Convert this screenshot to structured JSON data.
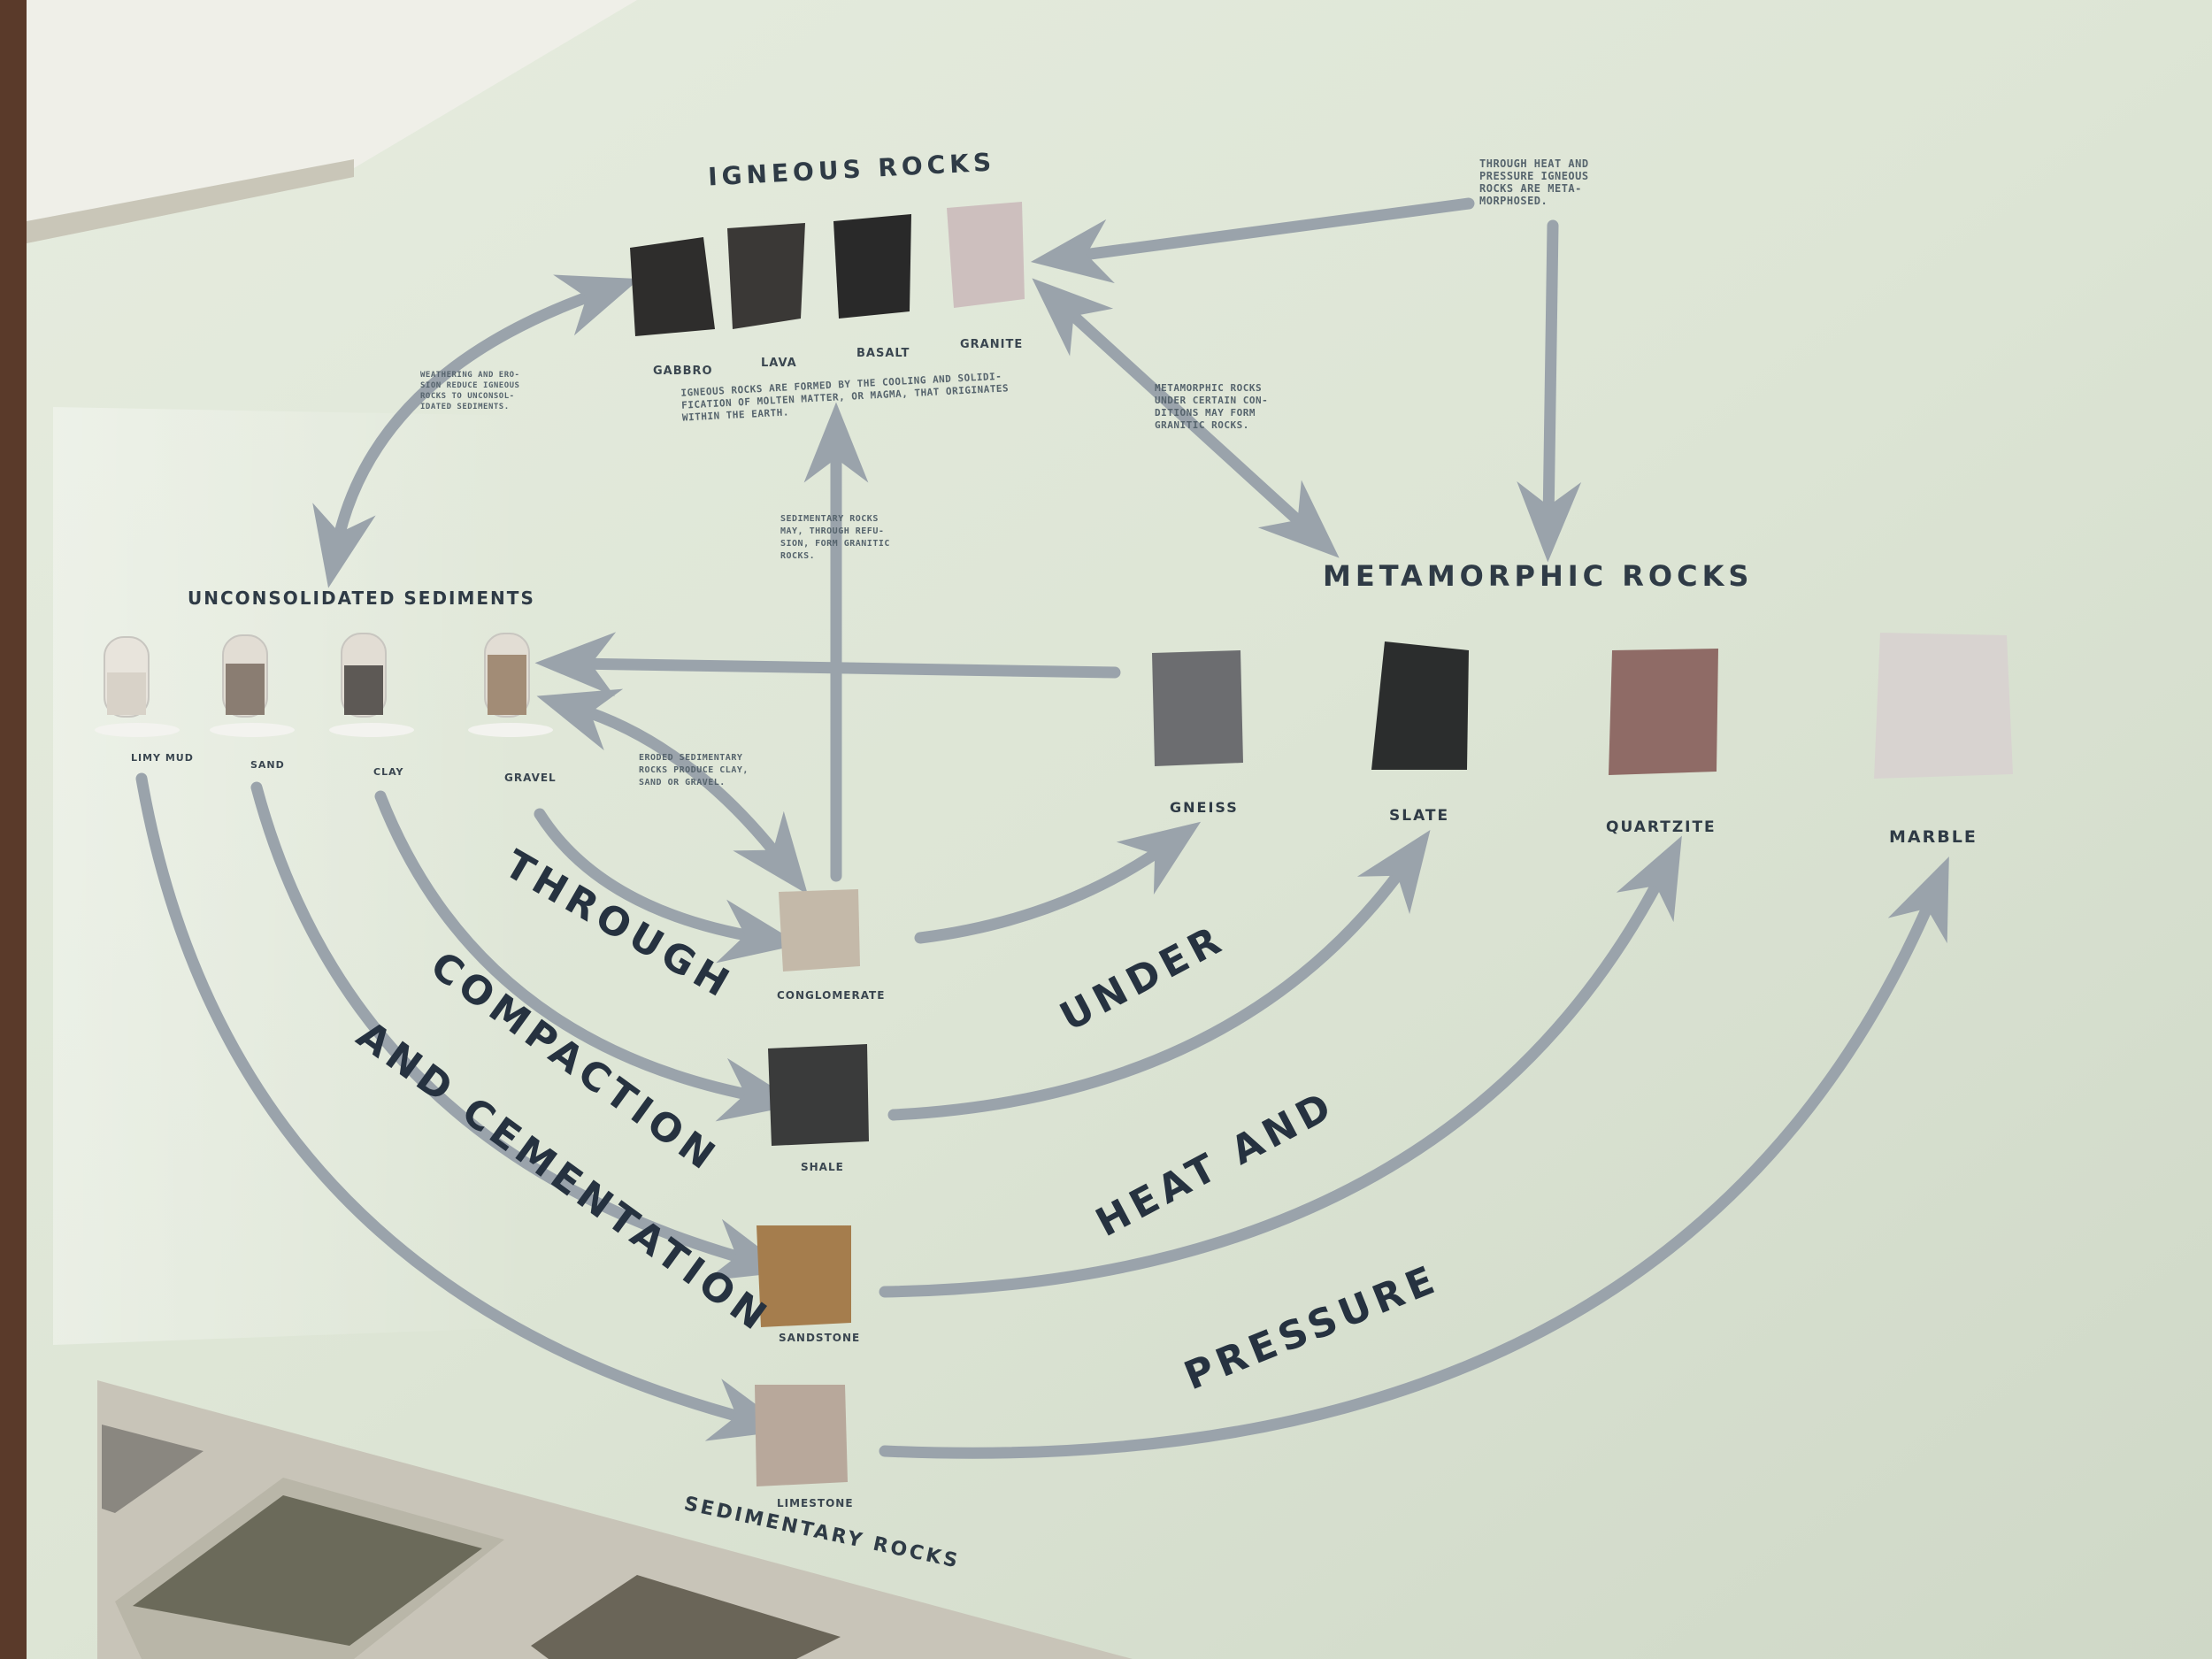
{
  "headings": {
    "igneous": "IGNEOUS ROCKS",
    "metamorphic": "METAMORPHIC ROCKS",
    "unconsolidated": "UNCONSOLIDATED SEDIMENTS",
    "sedimentary": "SEDIMENTARY ROCKS"
  },
  "igneous_specimens": [
    "GABBRO",
    "LAVA",
    "BASALT",
    "GRANITE"
  ],
  "metamorphic_specimens": [
    "GNEISS",
    "SLATE",
    "QUARTZITE",
    "MARBLE"
  ],
  "sediments": [
    "LIMY MUD",
    "SAND",
    "CLAY",
    "GRAVEL"
  ],
  "sedimentary_specimens": [
    "CONGLOMERATE",
    "SHALE",
    "SANDSTONE",
    "LIMESTONE"
  ],
  "process_words": {
    "through": "THROUGH",
    "compaction": "COMPACTION",
    "and_cementation": "AND CEMENTATION",
    "under": "UNDER",
    "heat_and": "HEAT AND",
    "pressure": "PRESSURE"
  },
  "notes": {
    "igneous_formation": "IGNEOUS ROCKS ARE FORMED BY THE COOLING AND SOLIDI-\nFICATION OF MOLTEN MATTER, OR MAGMA, THAT ORIGINATES\nWITHIN THE EARTH.",
    "heat_pressure": "THROUGH HEAT AND\nPRESSURE IGNEOUS\nROCKS ARE META-\nMORPHOSED.",
    "weathering": "WEATHERING AND ERO-\nSION REDUCE IGNEOUS\nROCKS TO UNCONSOL-\nIDATED SEDIMENTS.",
    "meta_granitic": "METAMORPHIC ROCKS\nUNDER CERTAIN CON-\nDITIONS MAY FORM\nGRANITIC ROCKS.",
    "sed_refusion": "SEDIMENTARY ROCKS\nMAY, THROUGH REFU-\nSION, FORM GRANITIC\nROCKS.",
    "eroded": "ERODED SEDIMENTARY\nROCKS PRODUCE CLAY,\nSAND OR GRAVEL."
  },
  "colors": {
    "wall": "#dfe6d6",
    "arrow": "#9aa3ab",
    "text": "#2f3b46"
  }
}
